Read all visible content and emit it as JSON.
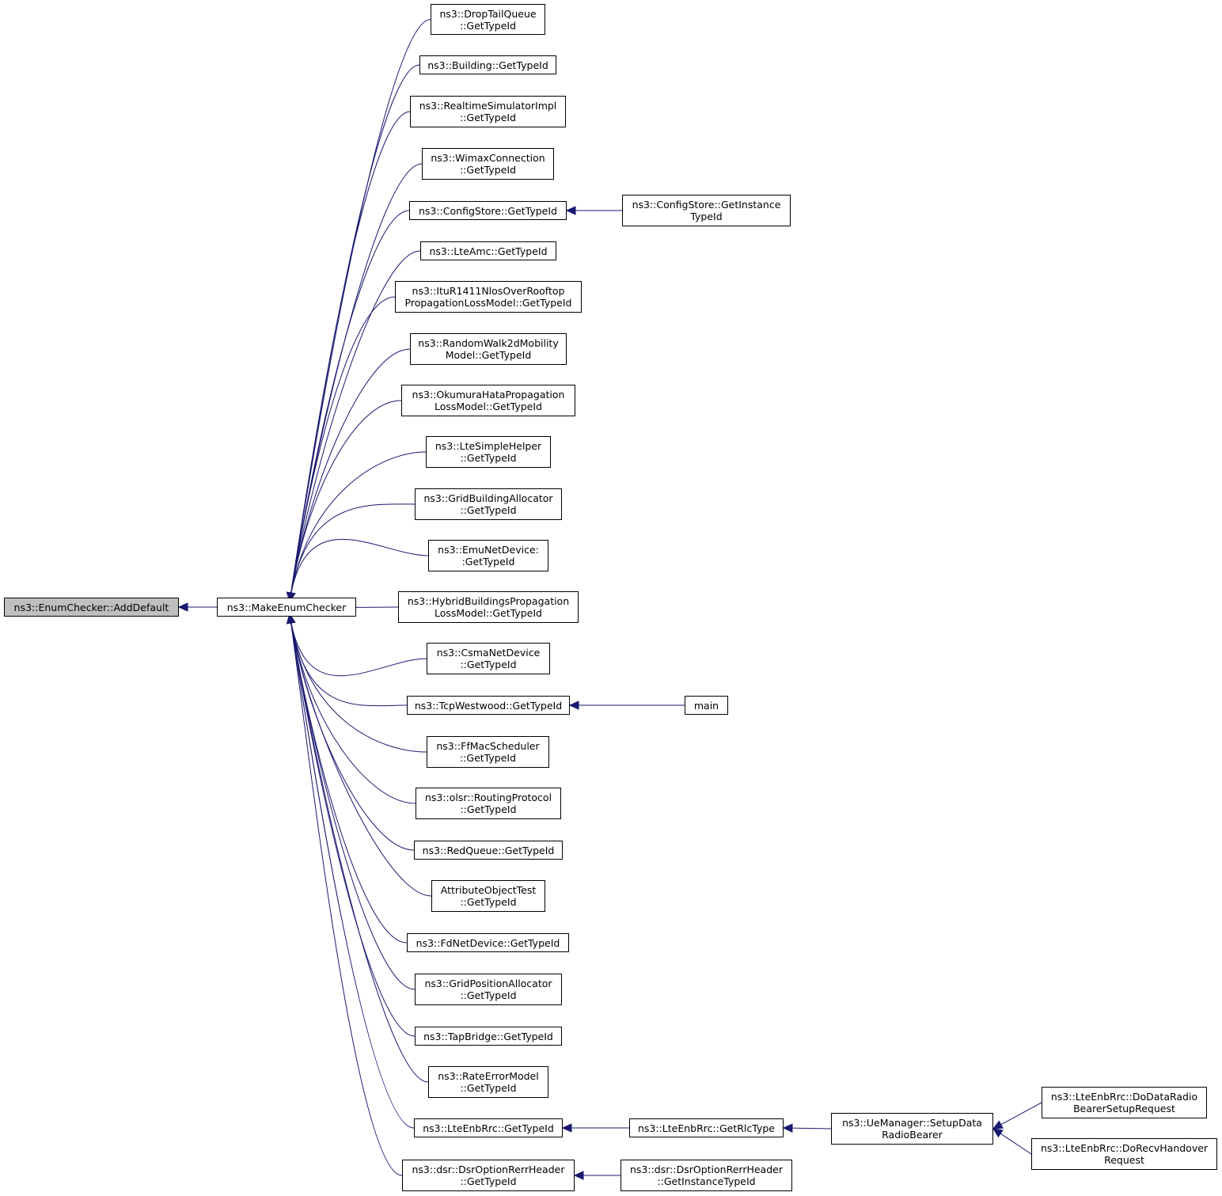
{
  "colors": {
    "edge": "#191970",
    "current_node_fill": "#bfbfbf",
    "node_border": "#000000"
  },
  "nodes": [
    {
      "id": "adddefault",
      "lines": [
        "ns3::EnumChecker::AddDefault"
      ],
      "current": true
    },
    {
      "id": "makeenumchecker",
      "lines": [
        "ns3::MakeEnumChecker"
      ]
    },
    {
      "id": "droptailqueue",
      "lines": [
        "ns3::DropTailQueue",
        "::GetTypeId"
      ]
    },
    {
      "id": "building",
      "lines": [
        "ns3::Building::GetTypeId"
      ]
    },
    {
      "id": "realtimesimulatorimpl",
      "lines": [
        "ns3::RealtimeSimulatorImpl",
        "::GetTypeId"
      ]
    },
    {
      "id": "wimaxconnection",
      "lines": [
        "ns3::WimaxConnection",
        "::GetTypeId"
      ]
    },
    {
      "id": "configstore",
      "lines": [
        "ns3::ConfigStore::GetTypeId"
      ]
    },
    {
      "id": "configstore-instance",
      "lines": [
        "ns3::ConfigStore::GetInstance",
        "TypeId"
      ]
    },
    {
      "id": "lteamc",
      "lines": [
        "ns3::LteAmc::GetTypeId"
      ]
    },
    {
      "id": "itur1411",
      "lines": [
        "ns3::ItuR1411NlosOverRooftop",
        "PropagationLossModel::GetTypeId"
      ]
    },
    {
      "id": "randomwalk2d",
      "lines": [
        "ns3::RandomWalk2dMobility",
        "Model::GetTypeId"
      ]
    },
    {
      "id": "okumurahata",
      "lines": [
        "ns3::OkumuraHataPropagation",
        "LossModel::GetTypeId"
      ]
    },
    {
      "id": "ltesimplehelper",
      "lines": [
        "ns3::LteSimpleHelper",
        "::GetTypeId"
      ]
    },
    {
      "id": "gridbuildingallocator",
      "lines": [
        "ns3::GridBuildingAllocator",
        "::GetTypeId"
      ]
    },
    {
      "id": "emunetdevice",
      "lines": [
        "ns3::EmuNetDevice:",
        ":GetTypeId"
      ]
    },
    {
      "id": "hybridbuildings",
      "lines": [
        "ns3::HybridBuildingsPropagation",
        "LossModel::GetTypeId"
      ]
    },
    {
      "id": "csmanetdevice",
      "lines": [
        "ns3::CsmaNetDevice",
        "::GetTypeId"
      ]
    },
    {
      "id": "tcpwestwood",
      "lines": [
        "ns3::TcpWestwood::GetTypeId"
      ]
    },
    {
      "id": "main",
      "lines": [
        "main"
      ]
    },
    {
      "id": "ffmacscheduler",
      "lines": [
        "ns3::FfMacScheduler",
        "::GetTypeId"
      ]
    },
    {
      "id": "olsr",
      "lines": [
        "ns3::olsr::RoutingProtocol",
        "::GetTypeId"
      ]
    },
    {
      "id": "redqueue",
      "lines": [
        "ns3::RedQueue::GetTypeId"
      ]
    },
    {
      "id": "attributeobjecttest",
      "lines": [
        "AttributeObjectTest",
        "::GetTypeId"
      ]
    },
    {
      "id": "fdnetdevice",
      "lines": [
        "ns3::FdNetDevice::GetTypeId"
      ]
    },
    {
      "id": "gridpositionallocator",
      "lines": [
        "ns3::GridPositionAllocator",
        "::GetTypeId"
      ]
    },
    {
      "id": "tapbridge",
      "lines": [
        "ns3::TapBridge::GetTypeId"
      ]
    },
    {
      "id": "rateerrormodel",
      "lines": [
        "ns3::RateErrorModel",
        "::GetTypeId"
      ]
    },
    {
      "id": "lteenbrrc",
      "lines": [
        "ns3::LteEnbRrc::GetTypeId"
      ]
    },
    {
      "id": "lteenbrrc-getrlctype",
      "lines": [
        "ns3::LteEnbRrc::GetRlcType"
      ]
    },
    {
      "id": "uemanager-setup",
      "lines": [
        "ns3::UeManager::SetupData",
        "RadioBearer"
      ]
    },
    {
      "id": "lteenbrrc-dodataradio",
      "lines": [
        "ns3::LteEnbRrc::DoDataRadio",
        "BearerSetupRequest"
      ]
    },
    {
      "id": "lteenbrrc-dorecvhandover",
      "lines": [
        "ns3::LteEnbRrc::DoRecvHandover",
        "Request"
      ]
    },
    {
      "id": "dsroptionrerr",
      "lines": [
        "ns3::dsr::DsrOptionRerrHeader",
        "::GetTypeId"
      ]
    },
    {
      "id": "dsroptionrerr-instance",
      "lines": [
        "ns3::dsr::DsrOptionRerrHeader",
        "::GetInstanceTypeId"
      ]
    }
  ],
  "edges": [
    {
      "from": "makeenumchecker",
      "to": "adddefault"
    },
    {
      "from": "droptailqueue",
      "to": "makeenumchecker"
    },
    {
      "from": "building",
      "to": "makeenumchecker"
    },
    {
      "from": "realtimesimulatorimpl",
      "to": "makeenumchecker"
    },
    {
      "from": "wimaxconnection",
      "to": "makeenumchecker"
    },
    {
      "from": "configstore",
      "to": "makeenumchecker"
    },
    {
      "from": "lteamc",
      "to": "makeenumchecker"
    },
    {
      "from": "itur1411",
      "to": "makeenumchecker"
    },
    {
      "from": "randomwalk2d",
      "to": "makeenumchecker"
    },
    {
      "from": "okumurahata",
      "to": "makeenumchecker"
    },
    {
      "from": "ltesimplehelper",
      "to": "makeenumchecker"
    },
    {
      "from": "gridbuildingallocator",
      "to": "makeenumchecker"
    },
    {
      "from": "emunetdevice",
      "to": "makeenumchecker"
    },
    {
      "from": "hybridbuildings",
      "to": "makeenumchecker"
    },
    {
      "from": "csmanetdevice",
      "to": "makeenumchecker"
    },
    {
      "from": "tcpwestwood",
      "to": "makeenumchecker"
    },
    {
      "from": "ffmacscheduler",
      "to": "makeenumchecker"
    },
    {
      "from": "olsr",
      "to": "makeenumchecker"
    },
    {
      "from": "redqueue",
      "to": "makeenumchecker"
    },
    {
      "from": "attributeobjecttest",
      "to": "makeenumchecker"
    },
    {
      "from": "fdnetdevice",
      "to": "makeenumchecker"
    },
    {
      "from": "gridpositionallocator",
      "to": "makeenumchecker"
    },
    {
      "from": "tapbridge",
      "to": "makeenumchecker"
    },
    {
      "from": "rateerrormodel",
      "to": "makeenumchecker"
    },
    {
      "from": "lteenbrrc",
      "to": "makeenumchecker"
    },
    {
      "from": "dsroptionrerr",
      "to": "makeenumchecker"
    },
    {
      "from": "configstore-instance",
      "to": "configstore"
    },
    {
      "from": "main",
      "to": "tcpwestwood"
    },
    {
      "from": "lteenbrrc-getrlctype",
      "to": "lteenbrrc"
    },
    {
      "from": "uemanager-setup",
      "to": "lteenbrrc-getrlctype"
    },
    {
      "from": "lteenbrrc-dodataradio",
      "to": "uemanager-setup"
    },
    {
      "from": "lteenbrrc-dorecvhandover",
      "to": "uemanager-setup"
    },
    {
      "from": "dsroptionrerr-instance",
      "to": "dsroptionrerr"
    }
  ]
}
